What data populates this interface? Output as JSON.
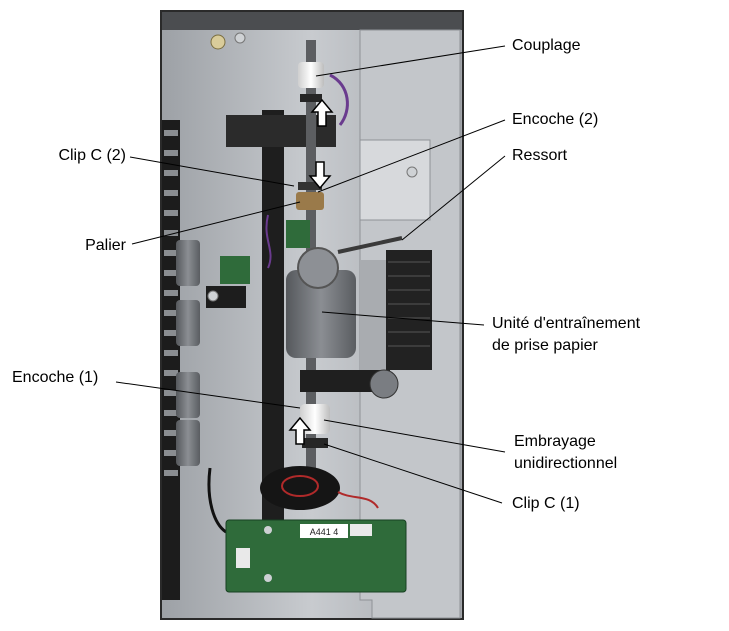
{
  "figure": {
    "photo": "printer paper feed mechanism photograph",
    "labels": {
      "couplage": "Couplage",
      "encoche2": "Encoche (2)",
      "ressort": "Ressort",
      "clipC2": "Clip C (2)",
      "palier": "Palier",
      "unite_line1": "Unité d'entraînement",
      "unite_line2": "de prise papier",
      "encoche1": "Encoche (1)",
      "embrayage_line1": "Embrayage",
      "embrayage_line2": "unidirectionnel",
      "clipC1": "Clip C (1)"
    },
    "board_text": "A441 4",
    "colors": {
      "line": "#000000",
      "metal": "#b9bcc0",
      "frame_dark": "#1e1e1e",
      "roller": "#6f7277",
      "pcb": "#2f6b3a",
      "harness_purple": "#6a3b8e",
      "harness_red": "#b02a2a"
    }
  }
}
